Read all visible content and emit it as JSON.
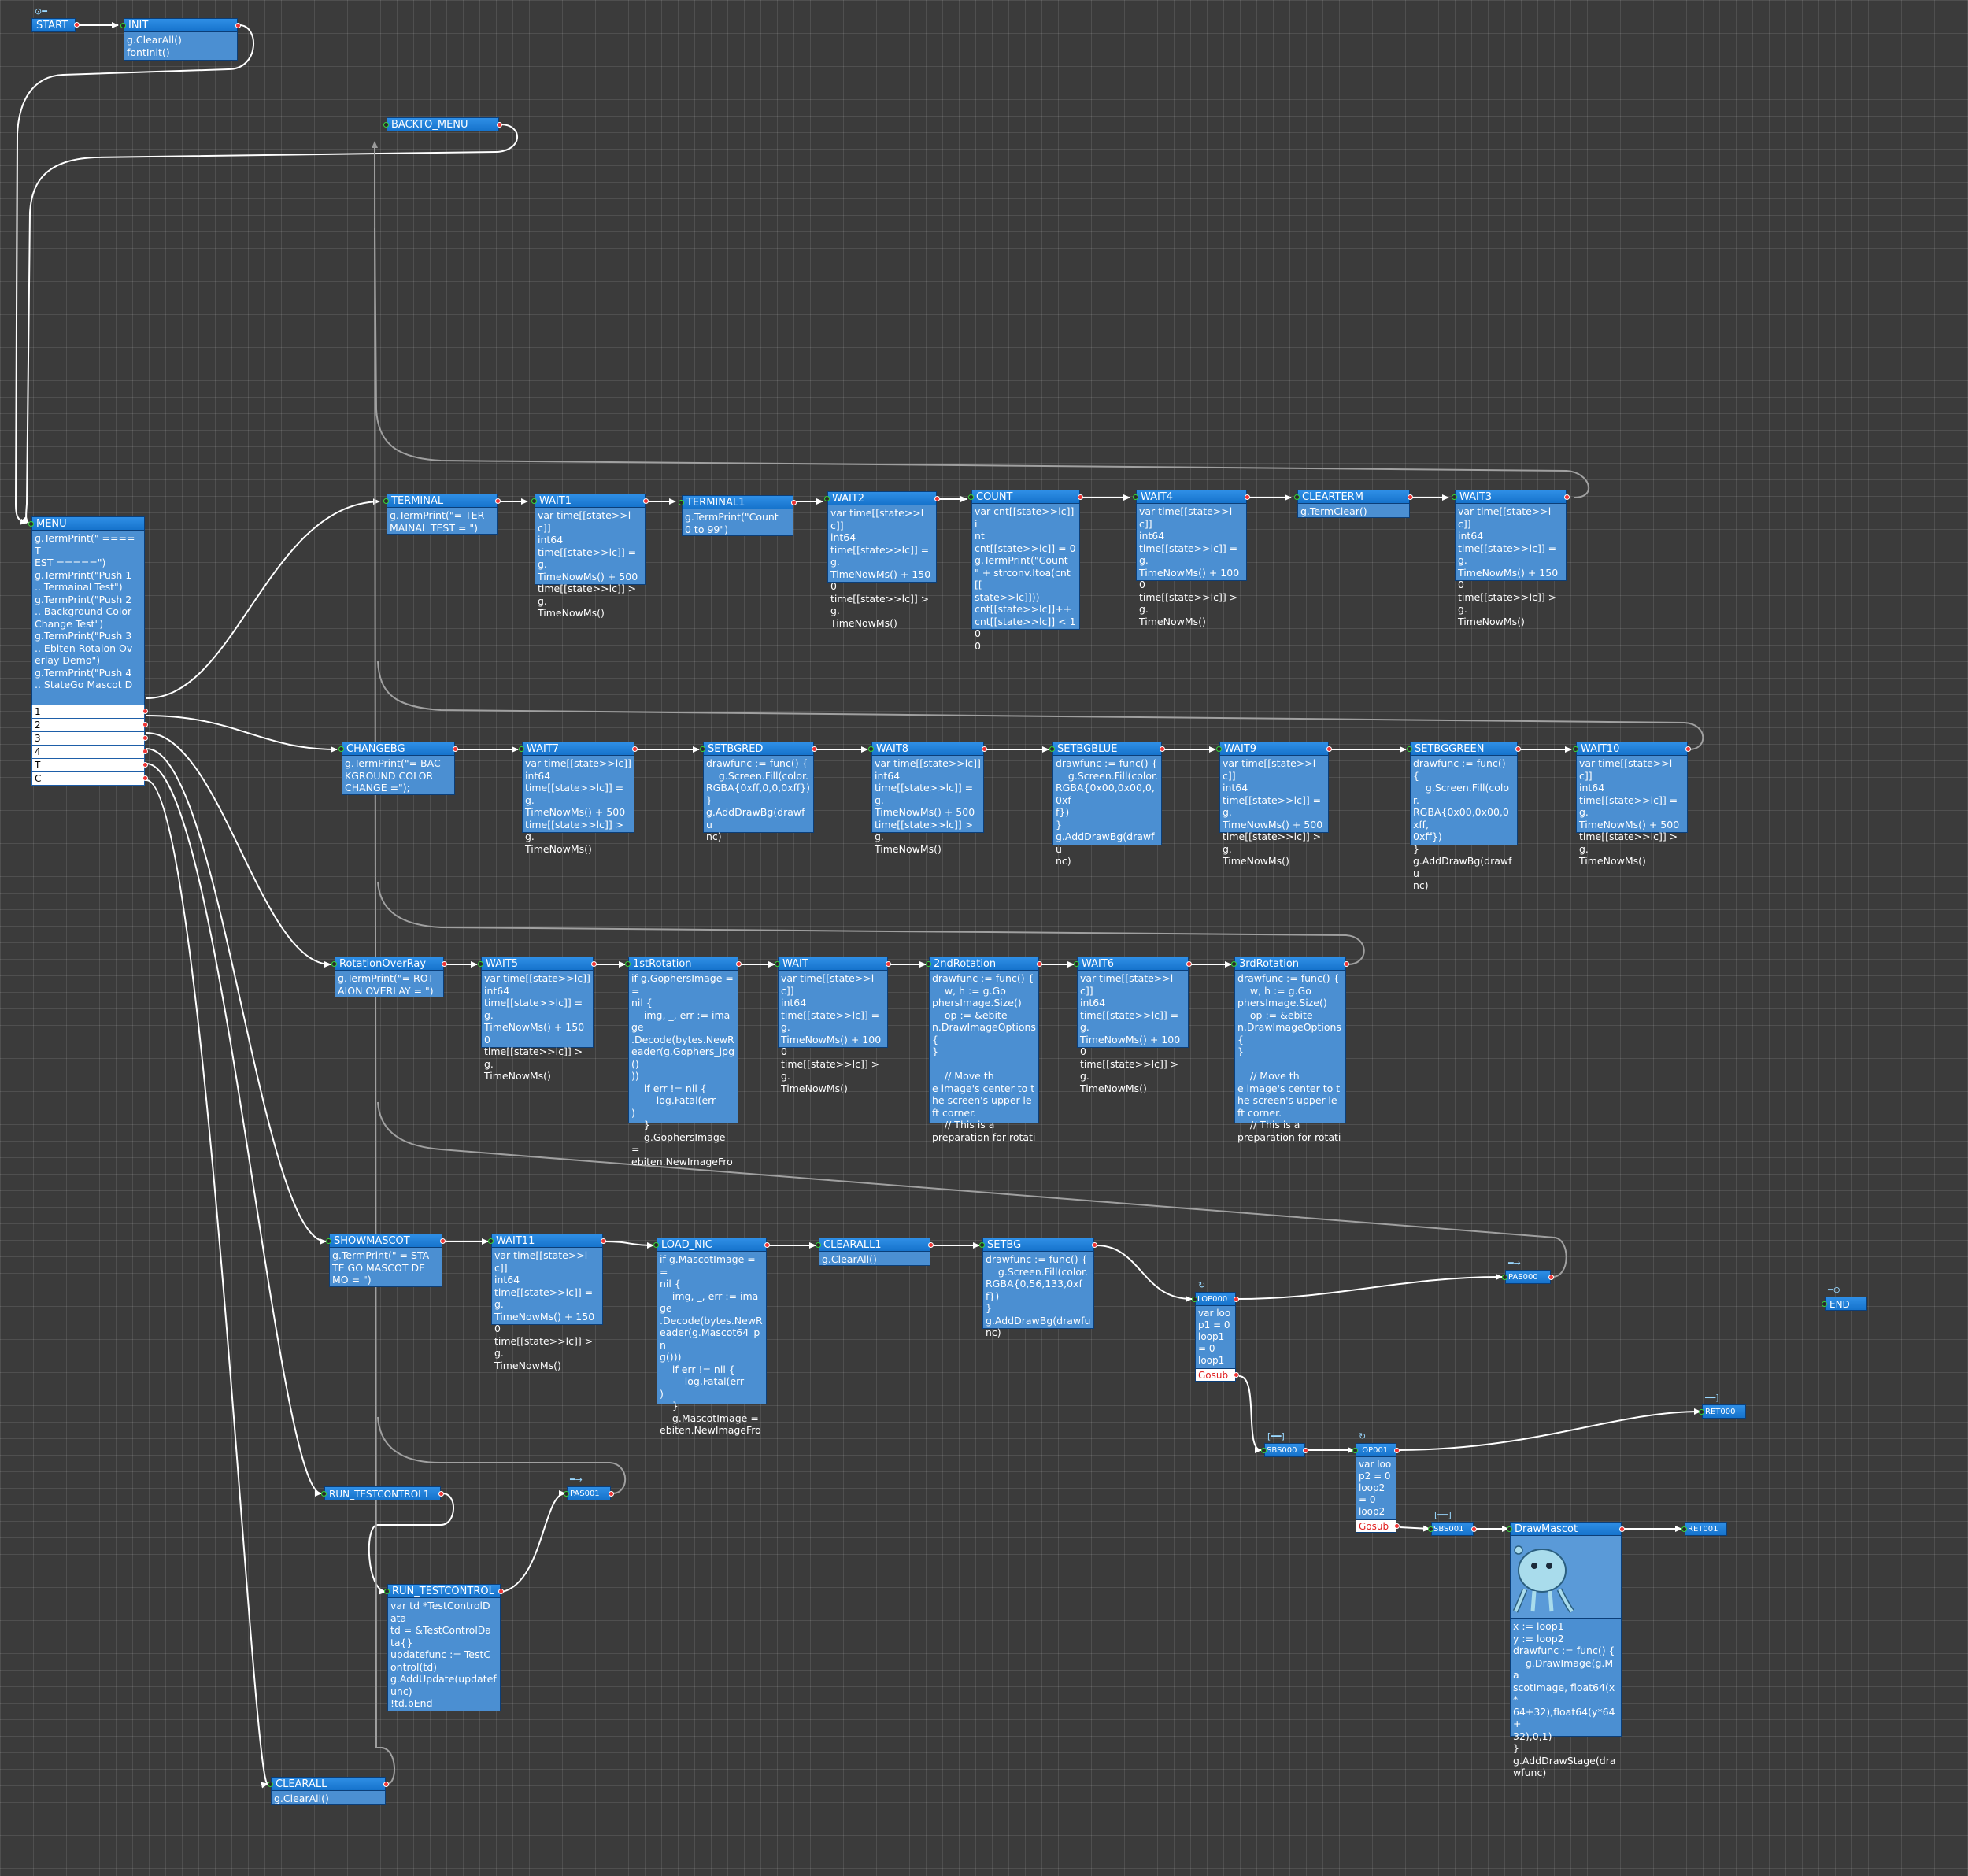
{
  "nodes": {
    "start": {
      "title": "START"
    },
    "init": {
      "title": "INIT",
      "body": "g.ClearAll()\nfontInit()"
    },
    "backto_menu": {
      "title": "BACKTO_MENU"
    },
    "menu": {
      "title": "MENU",
      "body": "g.TermPrint(\" ==== T\nEST =====\")\ng.TermPrint(\"Push 1\n.. Termainal Test\")\ng.TermPrint(\"Push 2\n.. Background Color\nChange Test\")\ng.TermPrint(\"Push 3\n.. Ebiten Rotaion Ov\nerlay Demo\")\ng.TermPrint(\"Push 4\n.. StateGo Mascot D",
      "branches": [
        "1",
        "2",
        "3",
        "4",
        "T",
        "C"
      ]
    },
    "terminal": {
      "title": "TERMINAL",
      "body": "g.TermPrint(\"= TER\nMAINAL TEST = \")"
    },
    "wait1": {
      "title": "WAIT1",
      "body": "var time[[state>>lc]]\nint64\ntime[[state>>lc]] = g.\nTimeNowMs() + 500\ntime[[state>>lc]] > g.\nTimeNowMs()"
    },
    "terminal1": {
      "title": "TERMINAL1",
      "body": "g.TermPrint(\"Count\n0 to 99\")"
    },
    "wait2": {
      "title": "WAIT2",
      "body": "var time[[state>>lc]]\nint64\ntime[[state>>lc]] = g.\nTimeNowMs() + 1500\ntime[[state>>lc]] > g.\nTimeNowMs()"
    },
    "count": {
      "title": "COUNT",
      "body": "var cnt[[state>>lc]] i\nnt\ncnt[[state>>lc]] = 0\ng.TermPrint(\"Count\n\" + strconv.Itoa(cnt[[\nstate>>lc]]))\ncnt[[state>>lc]]++\ncnt[[state>>lc]] < 10\n0"
    },
    "wait4": {
      "title": "WAIT4",
      "body": "var time[[state>>lc]]\nint64\ntime[[state>>lc]] = g.\nTimeNowMs() + 1000\ntime[[state>>lc]] > g.\nTimeNowMs()"
    },
    "clearterm": {
      "title": "CLEARTERM",
      "body": "g.TermClear()"
    },
    "wait3": {
      "title": "WAIT3",
      "body": "var time[[state>>lc]]\nint64\ntime[[state>>lc]] = g.\nTimeNowMs() + 1500\ntime[[state>>lc]] > g.\nTimeNowMs()"
    },
    "changebg": {
      "title": "CHANGEBG",
      "body": "g.TermPrint(\"= BAC\nKGROUND COLOR\nCHANGE =\");"
    },
    "wait7": {
      "title": "WAIT7",
      "body": "var time[[state>>lc]]\nint64\ntime[[state>>lc]] = g.\nTimeNowMs() + 500\ntime[[state>>lc]] > g.\nTimeNowMs()"
    },
    "setbgred": {
      "title": "SETBGRED",
      "body": "drawfunc := func() {\n    g.Screen.Fill(color.\nRGBA{0xff,0,0,0xff})\n}\ng.AddDrawBg(drawfu\nnc)"
    },
    "wait8": {
      "title": "WAIT8",
      "body": "var time[[state>>lc]]\nint64\ntime[[state>>lc]] = g.\nTimeNowMs() + 500\ntime[[state>>lc]] > g.\nTimeNowMs()"
    },
    "setbgblue": {
      "title": "SETBGBLUE",
      "body": "drawfunc := func() {\n    g.Screen.Fill(color.\nRGBA{0x00,0x00,0,0xf\nf})\n}\ng.AddDrawBg(drawfu\nnc)"
    },
    "wait9": {
      "title": "WAIT9",
      "body": "var time[[state>>lc]]\nint64\ntime[[state>>lc]] = g.\nTimeNowMs() + 500\ntime[[state>>lc]] > g.\nTimeNowMs()"
    },
    "setbggreen": {
      "title": "SETBGGREEN",
      "body": "drawfunc := func() {\n    g.Screen.Fill(color.\nRGBA{0x00,0x00,0xff,\n0xff})\n}\ng.AddDrawBg(drawfu\nnc)"
    },
    "wait10": {
      "title": "WAIT10",
      "body": "var time[[state>>lc]]\nint64\ntime[[state>>lc]] = g.\nTimeNowMs() + 500\ntime[[state>>lc]] > g.\nTimeNowMs()"
    },
    "rotationoverray": {
      "title": "RotationOverRay",
      "body": "g.TermPrint(\"= ROT\nAION OVERLAY = \")"
    },
    "wait5": {
      "title": "WAIT5",
      "body": "var time[[state>>lc]]\nint64\ntime[[state>>lc]] = g.\nTimeNowMs() + 1500\ntime[[state>>lc]] > g.\nTimeNowMs()"
    },
    "rot1": {
      "title": "1stRotation",
      "body": "if g.GophersImage ==\nnil {\n    img, _, err := image\n.Decode(bytes.NewR\neader(g.Gophers_jpg()\n))\n    if err != nil {\n        log.Fatal(err\n)\n    }\n    g.GophersImage =\nebiten.NewImageFro"
    },
    "wait": {
      "title": "WAIT",
      "body": "var time[[state>>lc]]\nint64\ntime[[state>>lc]] = g.\nTimeNowMs() + 1000\ntime[[state>>lc]] > g.\nTimeNowMs()"
    },
    "rot2": {
      "title": "2ndRotation",
      "body": "drawfunc := func() {\n    w, h := g.Go\nphersImage.Size()\n    op := &ebite\nn.DrawImageOptions{\n}\n\n    // Move th\ne image's center to t\nhe screen's upper-le\nft corner.\n    // This is a\npreparation for rotati"
    },
    "wait6": {
      "title": "WAIT6",
      "body": "var time[[state>>lc]]\nint64\ntime[[state>>lc]] = g.\nTimeNowMs() + 1000\ntime[[state>>lc]] > g.\nTimeNowMs()"
    },
    "rot3": {
      "title": "3rdRotation",
      "body": "drawfunc := func() {\n    w, h := g.Go\nphersImage.Size()\n    op := &ebite\nn.DrawImageOptions{\n}\n\n    // Move th\ne image's center to t\nhe screen's upper-le\nft corner.\n    // This is a\npreparation for rotati"
    },
    "showmascot": {
      "title": "SHOWMASCOT",
      "body": "g.TermPrint(\" = STA\nTE GO MASCOT DE\nMO = \")"
    },
    "wait11": {
      "title": "WAIT11",
      "body": "var time[[state>>lc]]\nint64\ntime[[state>>lc]] = g.\nTimeNowMs() + 1500\ntime[[state>>lc]] > g.\nTimeNowMs()"
    },
    "load_nic": {
      "title": "LOAD_NIC",
      "body": "if g.MascotImage ==\nnil {\n    img, _, err := image\n.Decode(bytes.NewR\neader(g.Mascot64_pn\ng()))\n    if err != nil {\n        log.Fatal(err\n)\n    }\n    g.MascotImage =\nebiten.NewImageFro"
    },
    "clearall1": {
      "title": "CLEARALL1",
      "body": "g.ClearAll()"
    },
    "setbg": {
      "title": "SETBG",
      "body": "drawfunc := func() {\n    g.Screen.Fill(color.\nRGBA{0,56,133,0xff})\n}\ng.AddDrawBg(drawfu\nnc)"
    },
    "lop000": {
      "title": "LOP000",
      "body": "var loo\np1 = 0\nloop1\n= 0\nloop1",
      "gosub": "Gosub"
    },
    "pas000": {
      "title": "PAS000"
    },
    "end": {
      "title": "END"
    },
    "sbs000": {
      "title": "SBS000"
    },
    "lop001": {
      "title": "LOP001",
      "body": "var loo\np2 = 0\nloop2\n= 0\nloop2",
      "gosub": "Gosub"
    },
    "ret000": {
      "title": "RET000"
    },
    "sbs001": {
      "title": "SBS001"
    },
    "drawmascot": {
      "title": "DrawMascot",
      "body": "x := loop1\ny := loop2\ndrawfunc := func() {\n    g.DrawImage(g.Ma\nscotImage, float64(x*\n64+32),float64(y*64+\n32),0,1)\n}\ng.AddDrawStage(dra\nwfunc)"
    },
    "ret001": {
      "title": "RET001"
    },
    "run_testcontrol1": {
      "title": "RUN_TESTCONTROL1"
    },
    "pas001": {
      "title": "PAS001"
    },
    "run_testcontrol": {
      "title": "RUN_TESTCONTROL",
      "body": "var td *TestControlD\nata\ntd = &TestControlDa\nta{}\nupdatefunc := TestC\nontrol(td)\ng.AddUpdate(updatef\nunc)\n!td.bEnd"
    },
    "clearall": {
      "title": "CLEARALL",
      "body": "g.ClearAll()"
    }
  }
}
